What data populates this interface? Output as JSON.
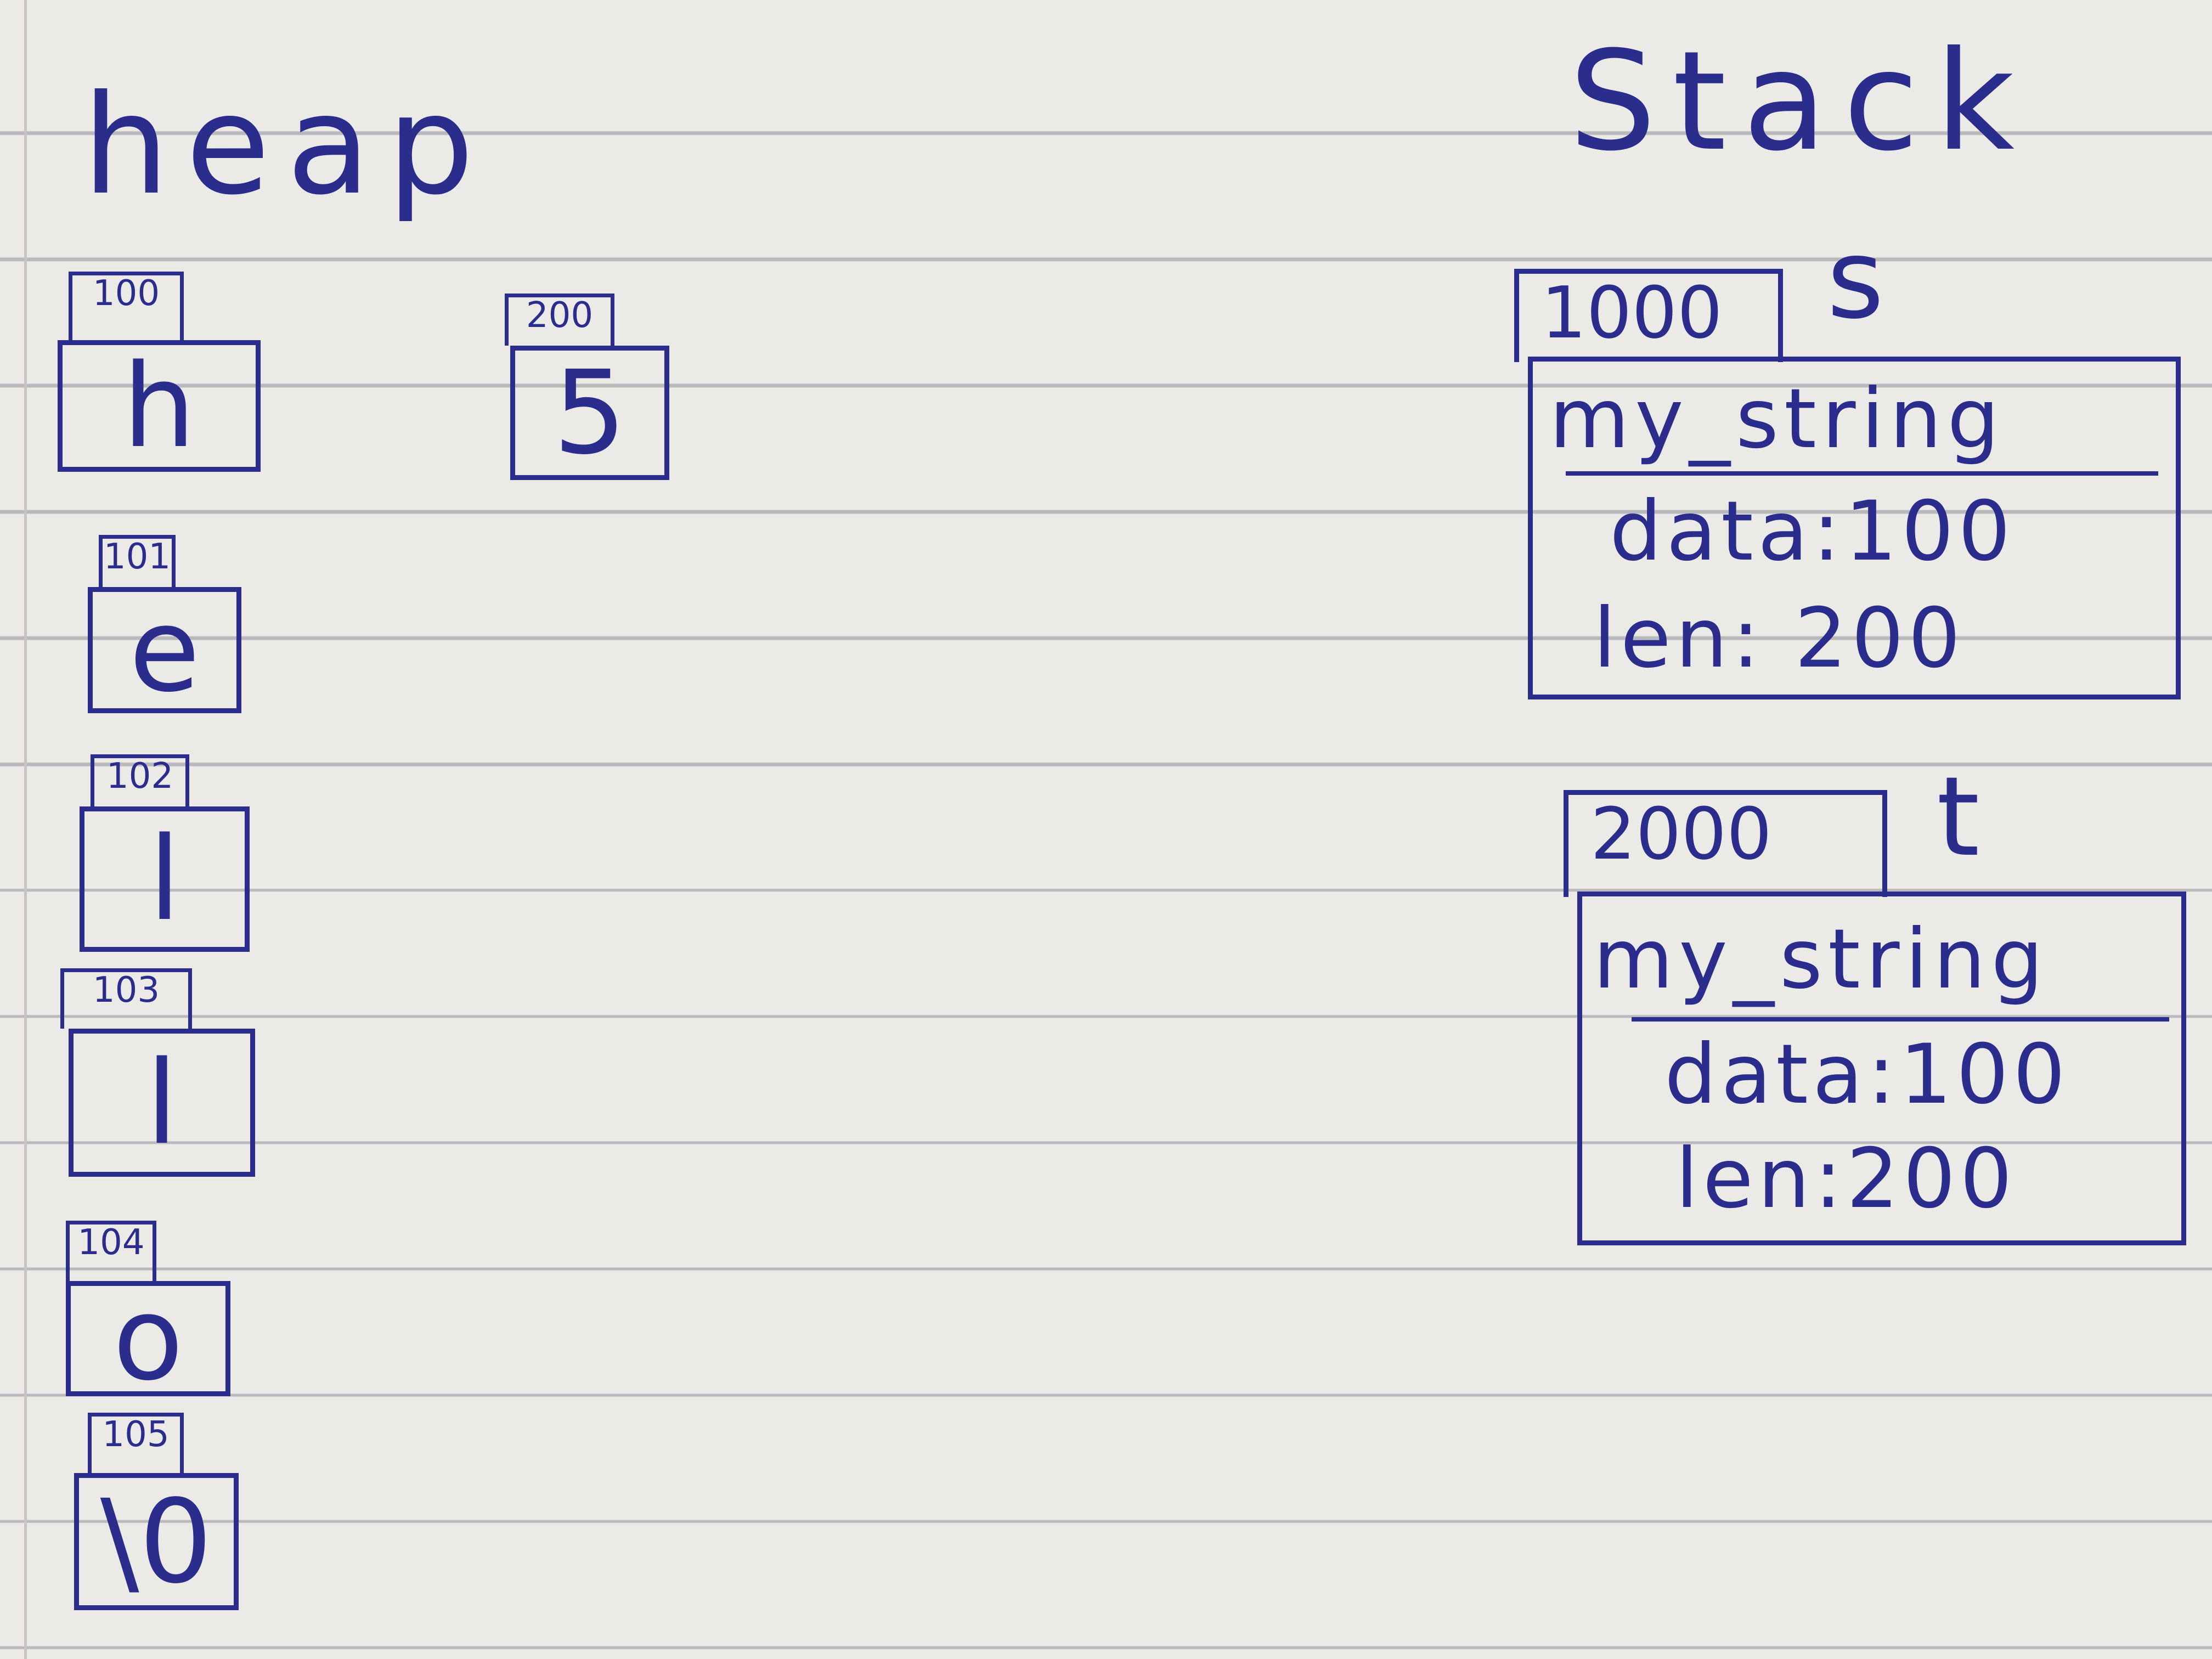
{
  "heap": {
    "title": "heap",
    "cells": [
      {
        "address": "100",
        "value": "h"
      },
      {
        "address": "101",
        "value": "e"
      },
      {
        "address": "102",
        "value": "l"
      },
      {
        "address": "103",
        "value": "l"
      },
      {
        "address": "104",
        "value": "o"
      },
      {
        "address": "105",
        "value": "\\0"
      }
    ],
    "len_cell": {
      "address": "200",
      "value": "5"
    }
  },
  "stack": {
    "title": "Stack",
    "vars": [
      {
        "name": "s",
        "address": "1000",
        "type": "my_string",
        "data": "data:100",
        "len": "len: 200"
      },
      {
        "name": "t",
        "address": "2000",
        "type": "my_string",
        "data": "data:100",
        "len": "len:200"
      }
    ]
  },
  "colors": {
    "ink": "#2a2d8c",
    "paper": "#eceae6",
    "rule": "#b9b9bd"
  }
}
